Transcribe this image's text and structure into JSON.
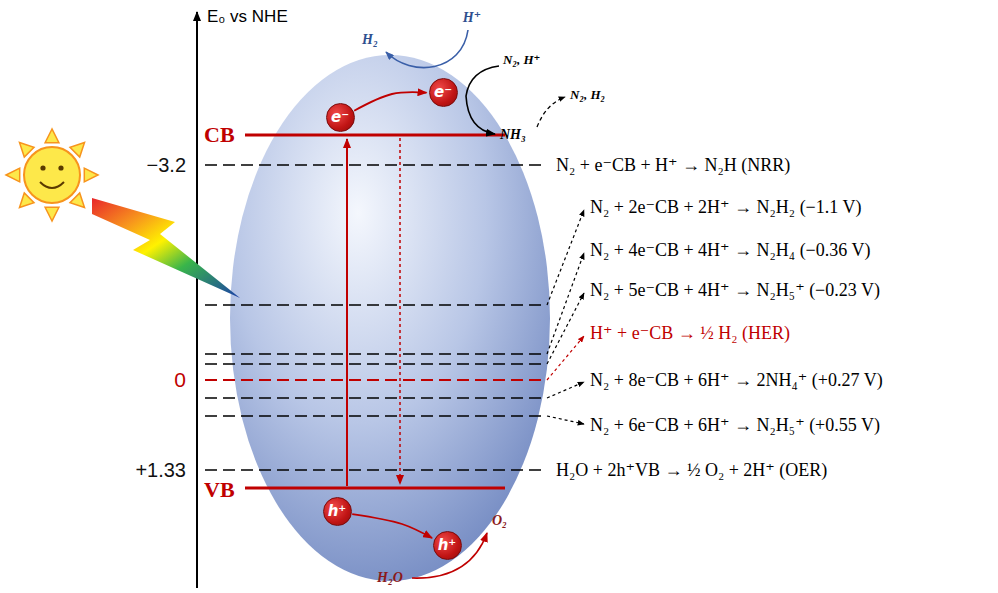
{
  "diagram": {
    "nodes": [
      {
        "text": [
          "e⁻"
        ]
      },
      {
        "text": [
          "e⁻"
        ]
      },
      {
        "text": [
          "h⁺"
        ]
      },
      {
        "text": [
          "h⁺"
        ]
      }
    ],
    "edges": [
      {
        "from": 0,
        "to": 1,
        "arrow": "to"
      },
      {
        "from": 2,
        "to": 3,
        "arrow": "to"
      }
    ],
    "labels": [
      "E₀ vs NHE",
      "−3.2",
      "0",
      "+1.33",
      "CB",
      "VB",
      "H₂",
      "H⁺",
      "N₂, H⁺",
      "NH₃",
      "N₂, H₂",
      "O₂",
      "H₂O",
      "N₂ + e⁻CB + H⁺ → N₂H (NRR)",
      "N₂ + 2e⁻CB + 2H⁺ → N₂H₂ (−1.1 V)",
      "N₂ + 4e⁻CB + 4H⁺ → N₂H₄ (−0.36 V)",
      "N₂ + 5e⁻CB + 4H⁺ → N₂H₅⁺ (−0.23 V)",
      "H⁺ + e⁻CB → ½ H₂ (HER)",
      "N₂ + 8e⁻CB + 6H⁺ → 2NH₄⁺ (+0.27 V)",
      "N₂ + 6e⁻CB + 6H⁺ → N₂H₅⁺ (+0.55 V)",
      "H₂O + 2h⁺VB → ½ O₂ + 2H⁺ (OER)"
    ]
  }
}
